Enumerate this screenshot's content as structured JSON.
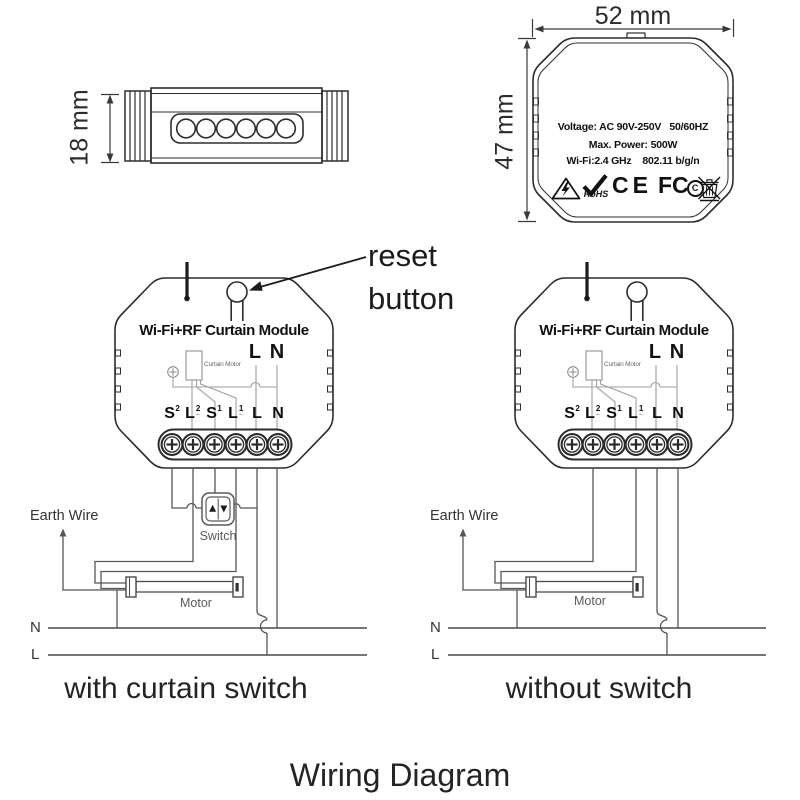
{
  "title": "Wiring Diagram",
  "dimensions": {
    "height_side": "18 mm",
    "width_top": "52 mm",
    "height_top": "47 mm"
  },
  "spec_module": {
    "line1": "Voltage: AC 90V-250V   50/60HZ",
    "line2": "Max. Power: 500W",
    "line3": "Wi-Fi:2.4 GHz    802.11 b/g/n",
    "certs": {
      "rohs": "RoHS",
      "ce": "CE",
      "fcc": "FC",
      "fcc_c": "C"
    }
  },
  "module": {
    "title": "Wi-Fi+RF Curtain Module",
    "live_label": "L",
    "neutral_label": "N",
    "curtain_motor": "Curtain Motor",
    "terminals": [
      {
        "base": "S",
        "sup": "2"
      },
      {
        "base": "L",
        "sup": "2",
        "mark": "←"
      },
      {
        "base": "S",
        "sup": "1"
      },
      {
        "base": "L",
        "sup": "1",
        "mark": "←"
      },
      {
        "base": "L"
      },
      {
        "base": "N"
      }
    ]
  },
  "annotations": {
    "reset_line1": "reset",
    "reset_line2": "button",
    "earth_wire": "Earth Wire",
    "switch": "Switch",
    "motor": "Motor",
    "neutral": "N",
    "live": "L"
  },
  "captions": {
    "left": "with curtain switch",
    "right": "without switch"
  }
}
